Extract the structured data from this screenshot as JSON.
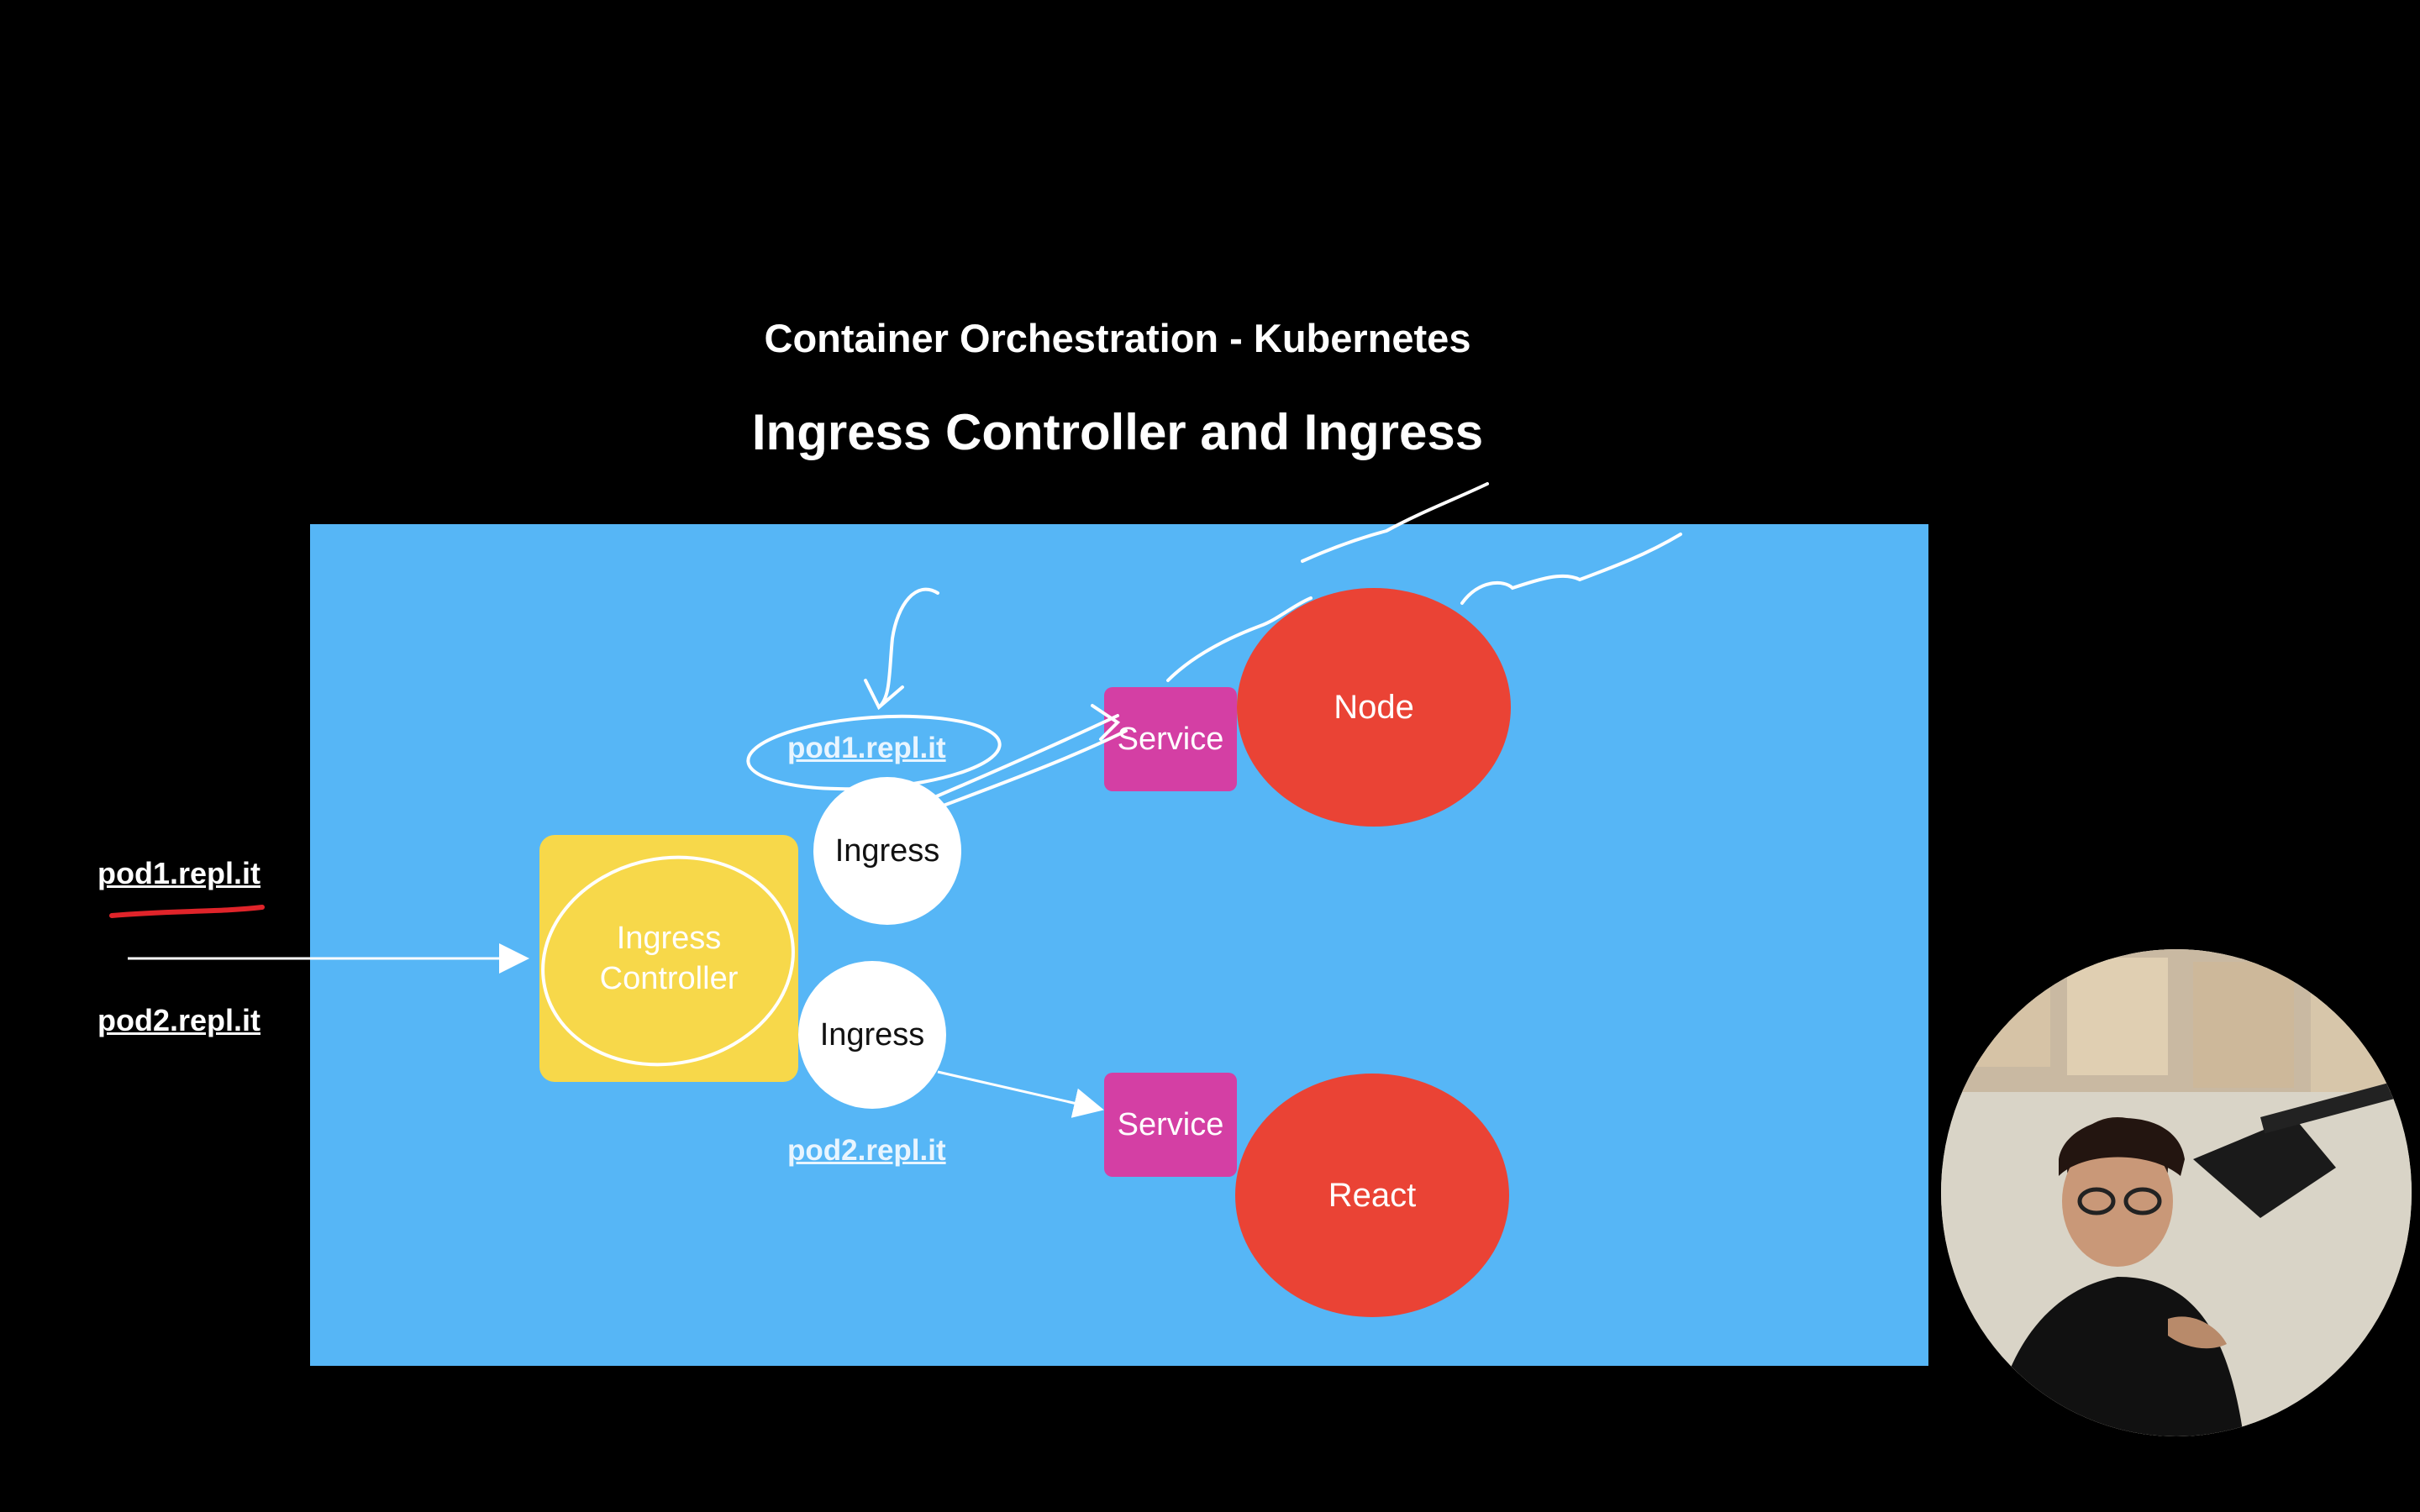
{
  "slide": {
    "subtitle": "Container Orchestration - Kubernetes",
    "title": "Ingress Controller and Ingress"
  },
  "hosts": {
    "host1": "pod1.repl.it",
    "host2": "pod2.repl.it"
  },
  "diagram": {
    "controller": {
      "line1": "Ingress",
      "line2": "Controller"
    },
    "ingress1": "Ingress",
    "ingress2": "Ingress",
    "domain1": "pod1.repl.it",
    "domain2": "pod2.repl.it",
    "service1": "Service",
    "service2": "Service",
    "pod1": "Node",
    "pod2": "React"
  },
  "colors": {
    "board": "#56b6f6",
    "controller": "#f7d84a",
    "service": "#d43fa4",
    "pod": "#ea4335",
    "annotation_red": "#e0242a"
  },
  "webcam": {
    "description_icon": "presenter-video"
  }
}
